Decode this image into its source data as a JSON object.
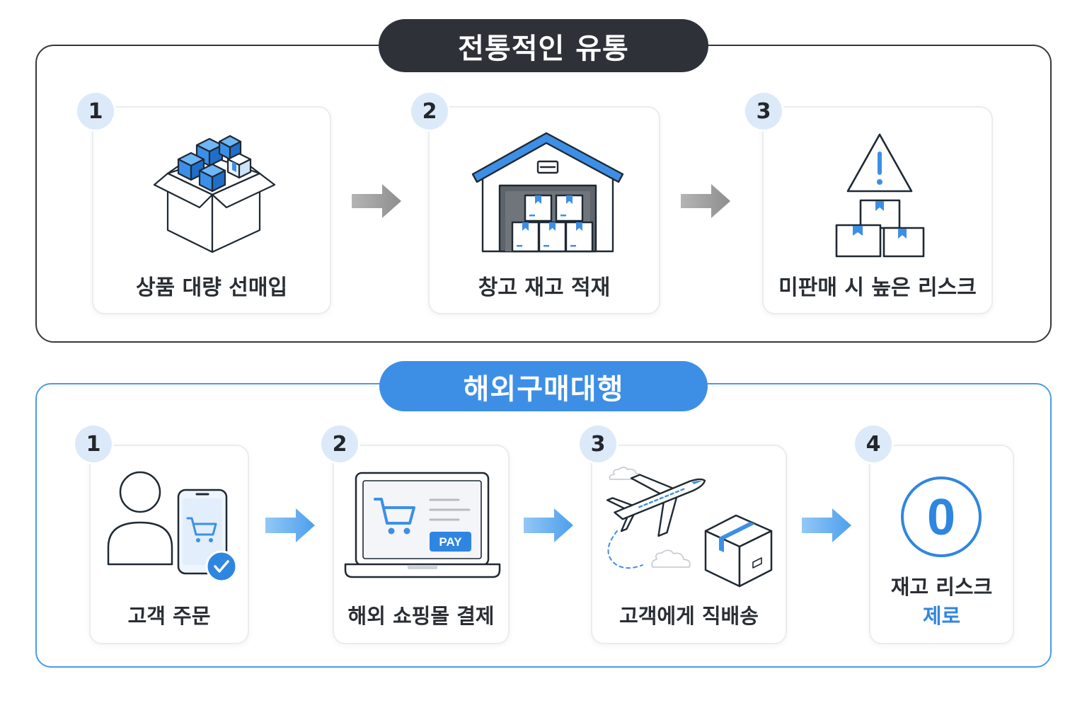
{
  "traditional": {
    "title": "전통적인 유통",
    "steps": [
      {
        "number": "1",
        "label": "상품 대량 선매입",
        "icon": "open-box-with-cubes-icon"
      },
      {
        "number": "2",
        "label": "창고 재고 적재",
        "icon": "warehouse-icon"
      },
      {
        "number": "3",
        "label": "미판매 시 높은 리스크",
        "icon": "warning-stacked-boxes-icon"
      }
    ]
  },
  "agency": {
    "title": "해외구매대행",
    "steps": [
      {
        "number": "1",
        "label": "고객 주문",
        "icon": "customer-phone-order-icon"
      },
      {
        "number": "2",
        "label": "해외 쇼핑몰 결제",
        "icon": "laptop-cart-icon",
        "button_text": "PAY"
      },
      {
        "number": "3",
        "label": "고객에게 직배송",
        "icon": "airplane-delivery-icon"
      },
      {
        "number": "4",
        "label": "재고 리스크",
        "highlight": "제로",
        "value": "0",
        "icon": "zero-circle-icon"
      }
    ]
  },
  "colors": {
    "dark": "#2e3238",
    "accent_blue": "#3d8fe6",
    "badge_bg": "#dce9f8",
    "arrow_gray": "#9e9e9e",
    "arrow_blue": "#6db0ef"
  }
}
